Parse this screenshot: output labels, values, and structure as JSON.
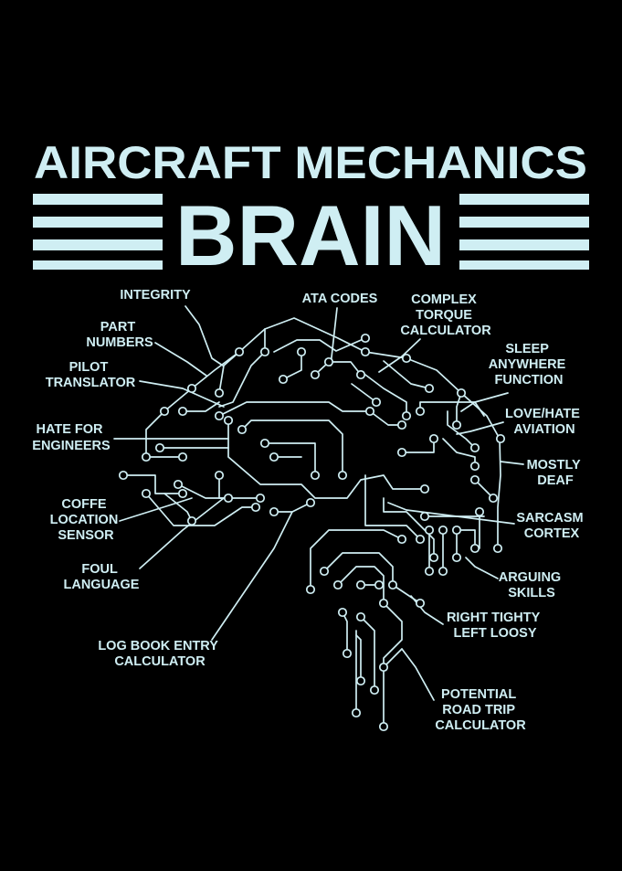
{
  "title": {
    "line1": "AIRCRAFT MECHANICS",
    "line2": "BRAIN"
  },
  "colors": {
    "background": "#000000",
    "ink": "#cfeef3"
  },
  "labels": {
    "integrity": [
      "INTEGRITY"
    ],
    "ata_codes": [
      "ATA CODES"
    ],
    "complex_torque": [
      "COMPLEX",
      "TORQUE",
      "CALCULATOR"
    ],
    "part_numbers": [
      "PART",
      "NUMBERS"
    ],
    "sleep_anywhere": [
      "SLEEP",
      "ANYWHERE",
      "FUNCTION"
    ],
    "pilot_translator": [
      "PILOT",
      "TRANSLATOR"
    ],
    "love_hate": [
      "LOVE/HATE",
      "AVIATION"
    ],
    "hate_engineers": [
      "HATE FOR",
      "ENGINEERS"
    ],
    "mostly_deaf": [
      "MOSTLY",
      "DEAF"
    ],
    "coffe_sensor": [
      "COFFE",
      "LOCATION",
      "SENSOR"
    ],
    "sarcasm_cortex": [
      "SARCASM",
      "CORTEX"
    ],
    "foul_language": [
      "FOUL",
      "LANGUAGE"
    ],
    "arguing_skills": [
      "ARGUING",
      "SKILLS"
    ],
    "right_tighty": [
      "RIGHT TIGHTY",
      "LEFT LOOSY"
    ],
    "log_book": [
      "LOG BOOK ENTRY",
      "CALCULATOR"
    ],
    "road_trip": [
      "POTENTIAL",
      "ROAD TRIP",
      "CALCULATOR"
    ]
  }
}
